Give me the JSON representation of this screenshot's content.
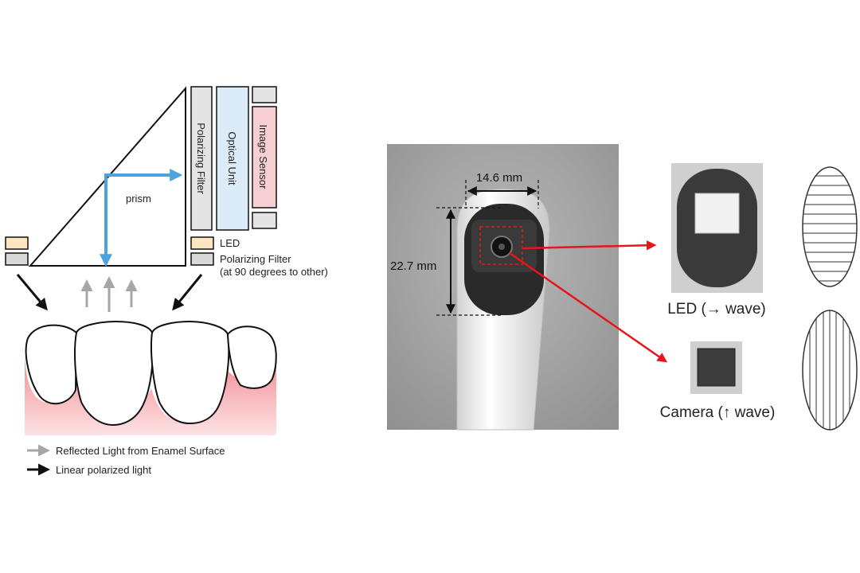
{
  "left_diagram": {
    "prism_label": "prism",
    "polarizing_filter_label": "Polarizing Filter",
    "optical_unit_label": "Optical Unit",
    "image_sensor_label": "Image Sensor",
    "led_label": "LED",
    "polarizing_filter_label_2": "Polarizing Filter",
    "polarizing_filter_note": "(at 90 degrees to other)",
    "legend": [
      {
        "label": "Reflected Light from Enamel Surface",
        "color": "#a6a6a6"
      },
      {
        "label": "Linear polarized light",
        "color": "#111111"
      }
    ]
  },
  "right_diagram": {
    "width_dimension": "14.6 mm",
    "height_dimension": "22.7 mm",
    "led_caption": "LED (→ wave)",
    "camera_caption": "Camera (↑ wave)"
  },
  "colors": {
    "prism_ray": "#4aa3dc",
    "optical_unit_fill": "#dcebf8",
    "image_sensor_fill": "#f7cfd3",
    "led_fill": "#fbe6c0",
    "filter_fill": "#d9d9d9",
    "gum": "#f4a5a8",
    "pointer_arrow": "#e8141c"
  }
}
